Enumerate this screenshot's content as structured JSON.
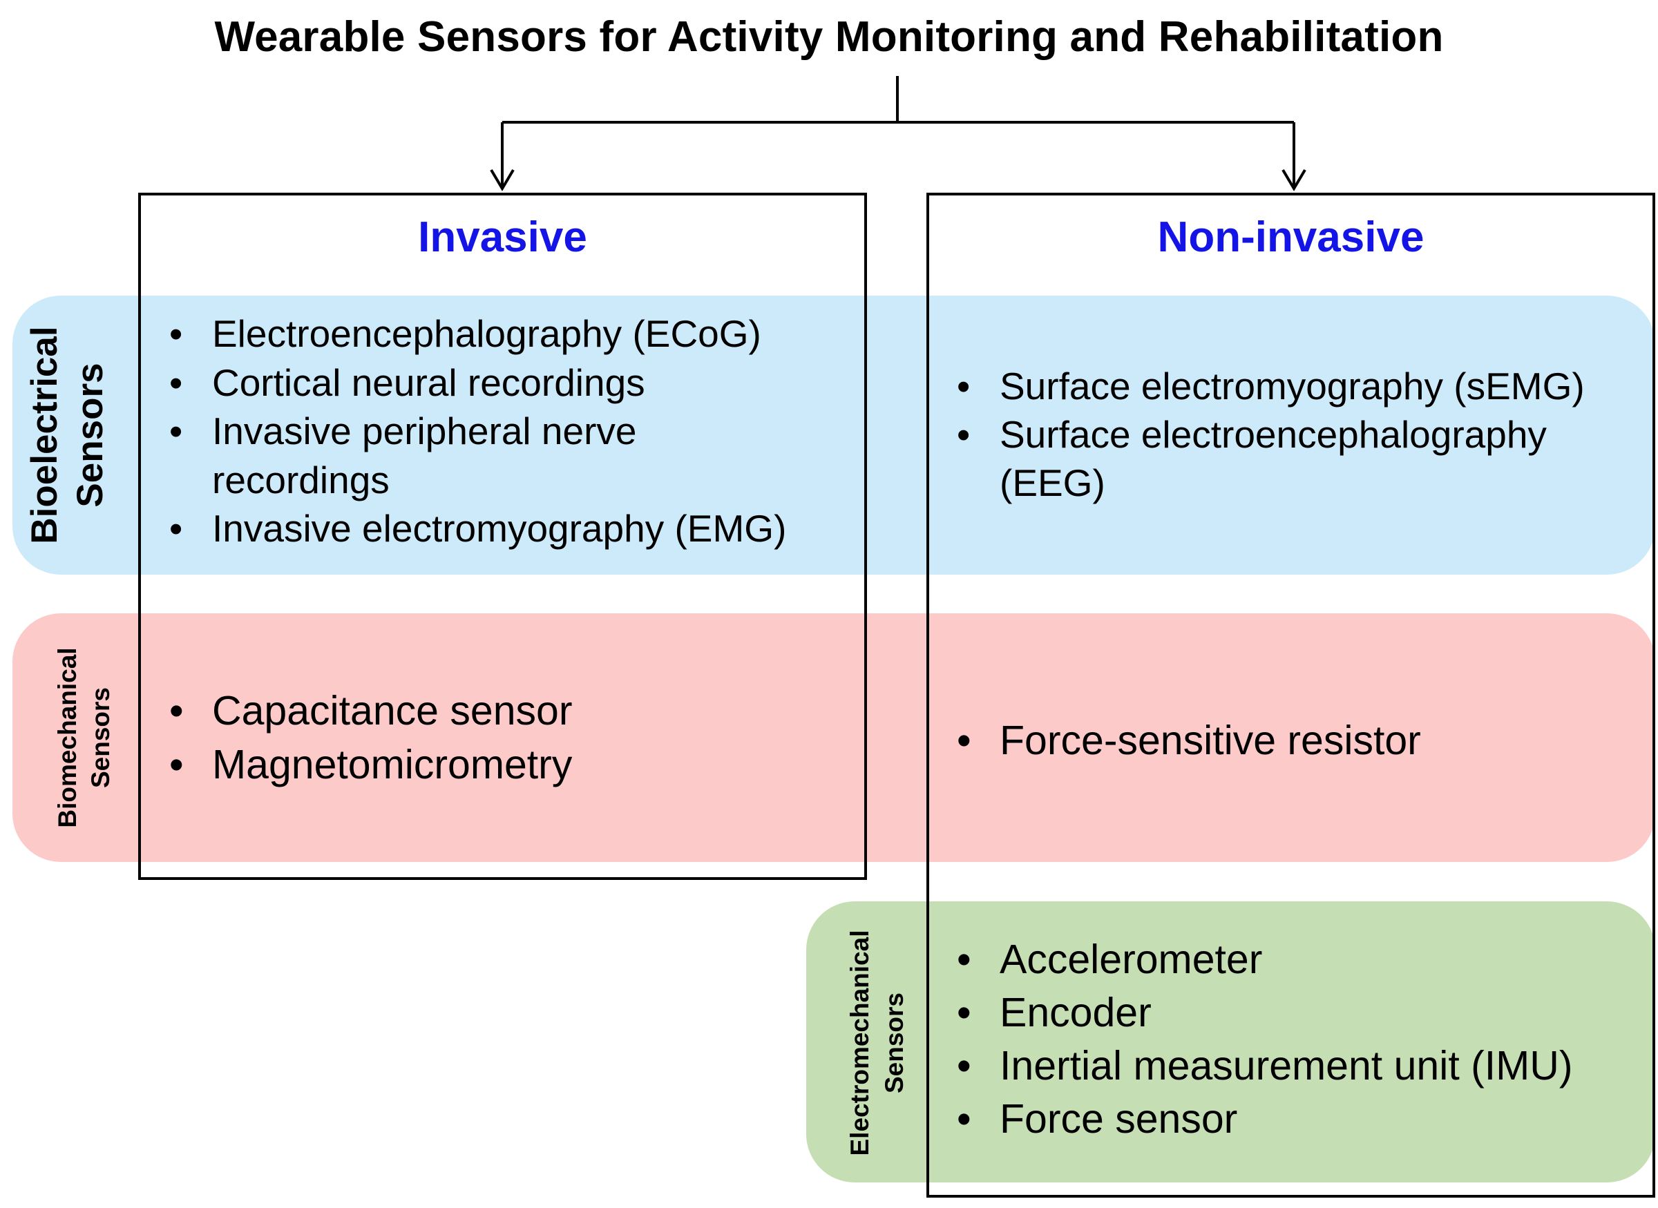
{
  "title": "Wearable Sensors for Activity Monitoring and Rehabilitation",
  "columns": {
    "invasive": "Invasive",
    "noninvasive": "Non-invasive"
  },
  "rows": {
    "bioelectrical": {
      "line1": "Bioelectrical",
      "line2": "Sensors"
    },
    "biomechanical": {
      "line1": "Biomechanical",
      "line2": "Sensors"
    },
    "electromechanical": {
      "line1": "Electromechanical",
      "line2": "Sensors"
    }
  },
  "cells": {
    "invasive_bioelectrical": [
      "Electroencephalography (ECoG)",
      "Cortical neural recordings",
      "Invasive peripheral nerve recordings",
      "Invasive electromyography (EMG)"
    ],
    "noninvasive_bioelectrical": [
      "Surface electromyography (sEMG)",
      "Surface electroencephalography (EEG)"
    ],
    "invasive_biomechanical": [
      "Capacitance sensor",
      "Magnetomicrometry"
    ],
    "noninvasive_biomechanical": [
      "Force-sensitive resistor"
    ],
    "noninvasive_electromechanical": [
      "Accelerometer",
      "Encoder",
      "Inertial measurement unit (IMU)",
      "Force sensor"
    ]
  },
  "colors": {
    "bioelectrical_band": "#cdeafb",
    "biomechanical_band": "#fccac8",
    "electromechanical_band": "#c5deb4",
    "column_title": "#1414e6"
  }
}
